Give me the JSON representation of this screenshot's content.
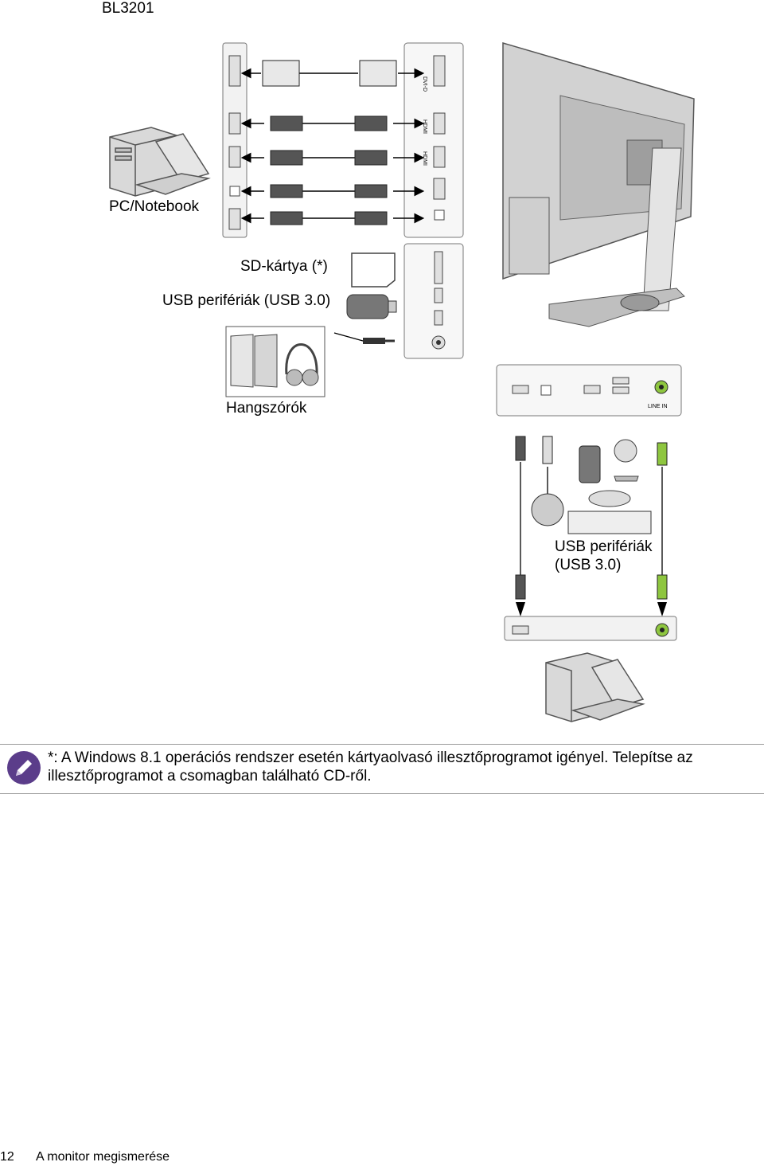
{
  "header": {
    "model": "BL3201"
  },
  "labels": {
    "pc_notebook": "PC/Notebook",
    "sd_card": "SD-kártya (*)",
    "usb_peripherals_left": "USB perifériák (USB 3.0)",
    "speakers": "Hangszórók",
    "usb_peripherals_right_line1": "USB perifériák",
    "usb_peripherals_right_line2": "(USB 3.0)"
  },
  "port_labels": {
    "dvi": "DVI-D",
    "hdmi1": "HDMI",
    "hdmi2": "HDMI",
    "line_in": "LINE IN"
  },
  "note": {
    "icon": "pencil-icon",
    "line1": "*: A Windows 8.1 operációs rendszer esetén kártyaolvasó illesztőprogramot igényel. Telepítse az",
    "line2": "illesztőprogramot a csomagban található CD-ről."
  },
  "footer": {
    "page_number": "12",
    "section": "A monitor megismerése"
  }
}
